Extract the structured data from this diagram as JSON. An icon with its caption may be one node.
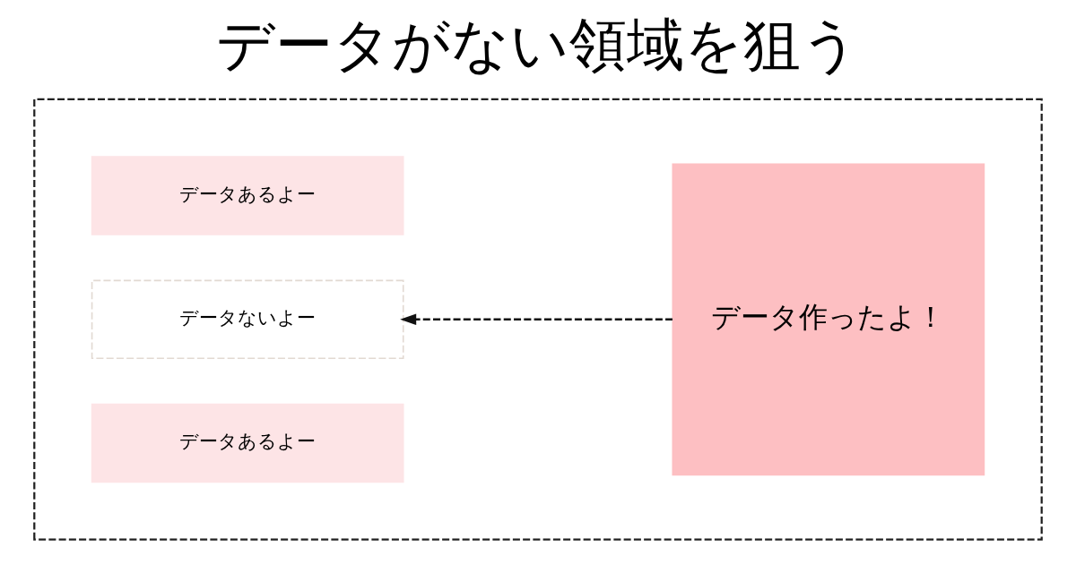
{
  "diagram": {
    "title": "データがない領域を狙う",
    "nodes": [
      {
        "text": [],
        "shape": "box"
      },
      {
        "text": [
          "データあるよー"
        ],
        "in": 0
      },
      {
        "text": [
          "データないよー"
        ],
        "in": 0
      },
      {
        "text": [
          "データあるよー"
        ],
        "in": 0
      },
      {
        "text": [
          "データ作ったよ！"
        ],
        "in": 0
      }
    ],
    "edges": [
      {
        "from": 4,
        "to": 2,
        "arrow": "to",
        "style": "dashed"
      }
    ]
  }
}
